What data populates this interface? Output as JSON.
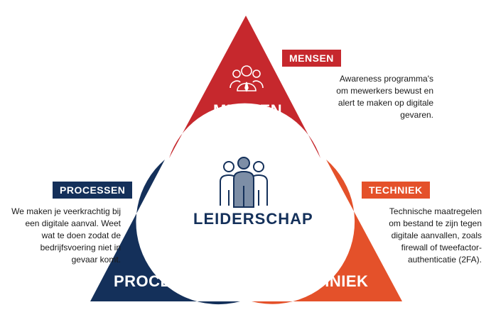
{
  "center": {
    "title": "LEIDERSCHAP"
  },
  "segments": {
    "mensen": {
      "label": "MENSEN",
      "tag": "MENSEN",
      "description": [
        "Awareness programma's",
        "om mewerkers bewust en",
        "alert te maken op digitale",
        "gevaren."
      ],
      "color": "#c6282d",
      "icon": "people-icon"
    },
    "processen": {
      "label": "PROCESSEN",
      "tag": "PROCESSEN",
      "description": [
        "We maken je veerkrachtig bij",
        "een digitale aanval. Weet",
        "wat te doen zodat de",
        "bedrijfsvoering niet in",
        "gevaar komt."
      ],
      "color": "#14305a",
      "icon": "network-icon"
    },
    "techniek": {
      "label": "TECHNIEK",
      "tag": "TECHNIEK",
      "description": [
        "Technische maatregelen",
        "om bestand te zijn tegen",
        "digitale aanvallen, zoals",
        "firewall of tweefactor-",
        "authenticatie (2FA)."
      ],
      "color": "#e4512a",
      "icon": "gears-icon"
    }
  },
  "center_icon": "team-icon",
  "center_color": "#14305a"
}
